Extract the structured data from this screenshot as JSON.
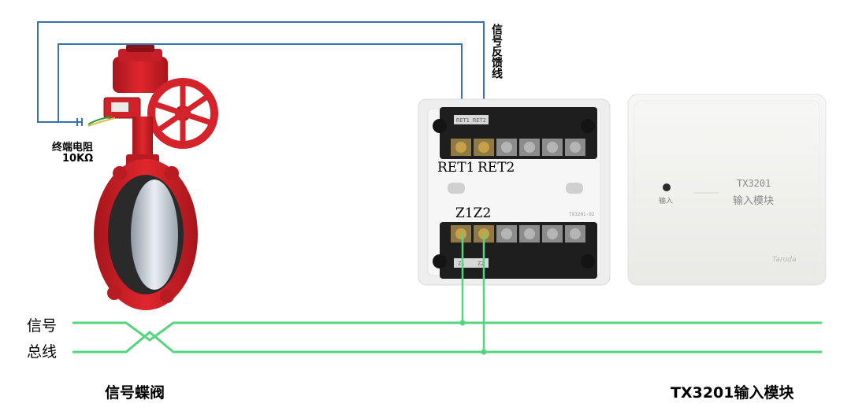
{
  "labels": {
    "feedback_line": "信号反馈线",
    "end_resistor_line1": "终端电阻",
    "end_resistor_line2": "10KΩ",
    "terminal_ret1": "RET1",
    "terminal_ret2": "RET2",
    "terminal_z1z2": "Z1Z2",
    "bus_line1": "信号",
    "bus_line2": "总线",
    "valve_caption": "信号蝶阀",
    "module_caption": "TX3201输入模块"
  },
  "device": {
    "indicator_label": "输入",
    "model": "TX3201",
    "name": "输入模块",
    "brand": "Taroda",
    "base_mark_left": "RET1",
    "base_mark_right": "RET2",
    "base_mark_bottom_left": "Z1",
    "base_mark_bottom_right": "Z2",
    "base_model_mark": "TX3201-02"
  },
  "colors": {
    "feedback_wire": "#3a6fb0",
    "bus_wire": "#55d67c",
    "valve_red": "#d4232a",
    "terminal_block": "#1e1e1e",
    "base_plate": "#eeeeee",
    "module_cover": "#f4f4f2"
  }
}
